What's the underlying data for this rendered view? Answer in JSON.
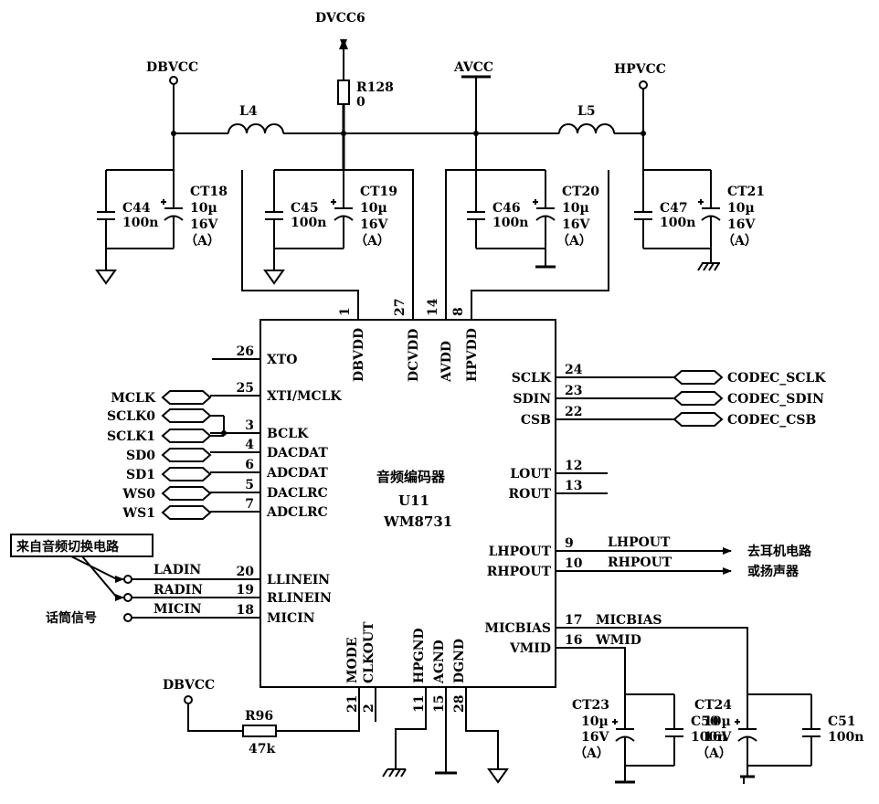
{
  "power": {
    "dbvcc": "DBVCC",
    "dvcc6": "DVCC6",
    "avcc": "AVCC",
    "hpvcc": "HPVCC",
    "dbvcc_bottom": "DBVCC"
  },
  "inductors": {
    "l4": "L4",
    "l5": "L5"
  },
  "r128": {
    "name": "R128",
    "value": "0"
  },
  "r96": {
    "name": "R96",
    "value": "47k"
  },
  "caps": [
    {
      "name": "C44",
      "value": "100n"
    },
    {
      "name": "C45",
      "value": "100n"
    },
    {
      "name": "C46",
      "value": "100n"
    },
    {
      "name": "C47",
      "value": "100n"
    },
    {
      "name": "C50",
      "value": "100n"
    },
    {
      "name": "C51",
      "value": "100n"
    }
  ],
  "tantalum": [
    {
      "name": "CT18",
      "l1": "10µ",
      "l2": "16V",
      "l3": "（A）"
    },
    {
      "name": "CT19",
      "l1": "10µ",
      "l2": "16V",
      "l3": "（A）"
    },
    {
      "name": "CT20",
      "l1": "10µ",
      "l2": "16V",
      "l3": "（A）"
    },
    {
      "name": "CT21",
      "l1": "10µ",
      "l2": "16V",
      "l3": "（A）"
    },
    {
      "name": "CT23",
      "l1": "10µ",
      "l2": "16V",
      "l3": "（A）"
    },
    {
      "name": "CT24",
      "l1": "10µ",
      "l2": "16V",
      "l3": "（A）"
    }
  ],
  "ic": {
    "title": "音频编码器",
    "ref": "U11",
    "part": "WM8731",
    "top_pins": [
      {
        "num": "1",
        "name": "DBVDD"
      },
      {
        "num": "27",
        "name": "DCVDD"
      },
      {
        "num": "14",
        "name": "AVDD"
      },
      {
        "num": "8",
        "name": "HPVDD"
      }
    ],
    "left_pins": [
      {
        "num": "26",
        "name": "XTO"
      },
      {
        "num": "25",
        "name": "XTI/MCLK"
      },
      {
        "num": "3",
        "name": "BCLK"
      },
      {
        "num": "4",
        "name": "DACDAT"
      },
      {
        "num": "6",
        "name": "ADCDAT"
      },
      {
        "num": "5",
        "name": "DACLRC"
      },
      {
        "num": "7",
        "name": "ADCLRC"
      },
      {
        "num": "20",
        "name": "LLINEIN"
      },
      {
        "num": "19",
        "name": "RLINEIN"
      },
      {
        "num": "18",
        "name": "MICIN"
      }
    ],
    "right_pins": [
      {
        "num": "24",
        "name": "SCLK"
      },
      {
        "num": "23",
        "name": "SDIN"
      },
      {
        "num": "22",
        "name": "CSB"
      },
      {
        "num": "12",
        "name": "LOUT"
      },
      {
        "num": "13",
        "name": "ROUT"
      },
      {
        "num": "9",
        "name": "LHPOUT"
      },
      {
        "num": "10",
        "name": "RHPOUT"
      },
      {
        "num": "17",
        "name": "MICBIAS"
      },
      {
        "num": "16",
        "name": "VMID"
      }
    ],
    "bottom_pins": [
      {
        "num": "21",
        "name": "MODE"
      },
      {
        "num": "2",
        "name": "CLKOUT"
      },
      {
        "num": "11",
        "name": "HPGND"
      },
      {
        "num": "15",
        "name": "AGND"
      },
      {
        "num": "28",
        "name": "DGND"
      }
    ]
  },
  "left_signals": [
    "MCLK",
    "SCLK0",
    "SCLK1",
    "SD0",
    "SD1",
    "WS0",
    "WS1"
  ],
  "right_signals": [
    "CODEC_SCLK",
    "CODEC_SDIN",
    "CODEC_CSB"
  ],
  "net_labels": {
    "ladin": "LADIN",
    "radin": "RADIN",
    "micin": "MICIN",
    "lhpout": "LHPOUT",
    "rhpout": "RHPOUT",
    "micbias": "MICBIAS",
    "wmid": "WMID"
  },
  "notes": {
    "audio_switch": "来自音频切换电路",
    "mic_signal": "话筒信号",
    "to_earphone": "去耳机电路",
    "or_speaker": "或扬声器"
  }
}
